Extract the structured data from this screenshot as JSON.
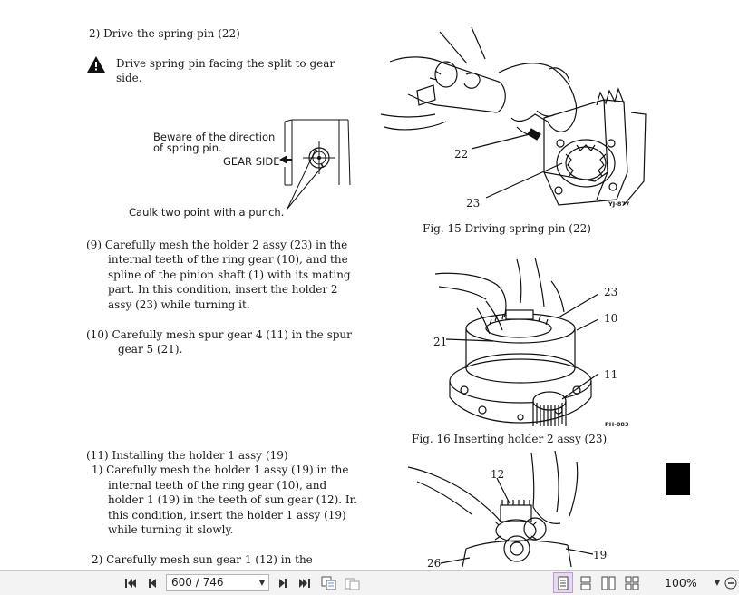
{
  "document": {
    "step2_title": "2)  Drive the spring pin (22)",
    "warning_line1": "Drive spring pin facing the split to gear",
    "warning_line2": "side.",
    "figure_note_line1": "Beware of the direction",
    "figure_note_line2": "of spring pin.",
    "gear_side_label": "GEAR SIDE",
    "caulk_note": "Caulk two point with a punch.",
    "step9": [
      "(9)  Carefully mesh the holder 2 assy (23) in the",
      "internal teeth of the ring gear (10), and the",
      "spline of the pinion shaft (1) with its mating",
      "part.  In  this  condition,  insert  the  holder  2",
      "assy (23) while turning it."
    ],
    "step10": [
      "(10)  Carefully mesh spur gear 4 (11) in the spur",
      "gear 5 (21)."
    ],
    "step11_title": "(11)  Installing the holder 1 assy (19)",
    "step11_1": [
      "1)  Carefully mesh the holder 1 assy (19) in the",
      "internal  teeth  of  the  ring  gear  (10),  and",
      "holder 1 (19) in the teeth of sun gear (12). In",
      "this  condition,  insert  the  holder  1  assy  (19)",
      "while turning it slowly."
    ],
    "step11_2": "2)  Carefully  mesh  sun  gear  1  (12)  in  the"
  },
  "figures": {
    "fig15": {
      "caption": "Fig. 15  Driving spring pin (22)",
      "code": "YJ-877",
      "labels": {
        "a": "22",
        "b": "23"
      }
    },
    "fig16": {
      "caption": "Fig. 16  Inserting holder 2 assy (23)",
      "code": "PH-883",
      "labels": {
        "a": "23",
        "b": "10",
        "c": "21",
        "d": "11"
      }
    },
    "fig17": {
      "labels": {
        "a": "12",
        "b": "19",
        "c": "26"
      }
    }
  },
  "toolbar": {
    "page_indicator": "600 / 746",
    "zoom": "100%",
    "icons": [
      "first-page-icon",
      "prev-page-icon",
      "next-page-icon",
      "last-page-icon",
      "copy-view-icon",
      "paste-view-icon",
      "single-page-icon",
      "continuous-page-icon",
      "facing-page-icon",
      "continuous-facing-icon",
      "zoom-out-icon"
    ]
  },
  "colors": {
    "toolbar_bg": "#f3f3f3",
    "page_bg": "#ffffff",
    "ink": "#1a1a1a",
    "active_view": "#e6d9f0"
  }
}
